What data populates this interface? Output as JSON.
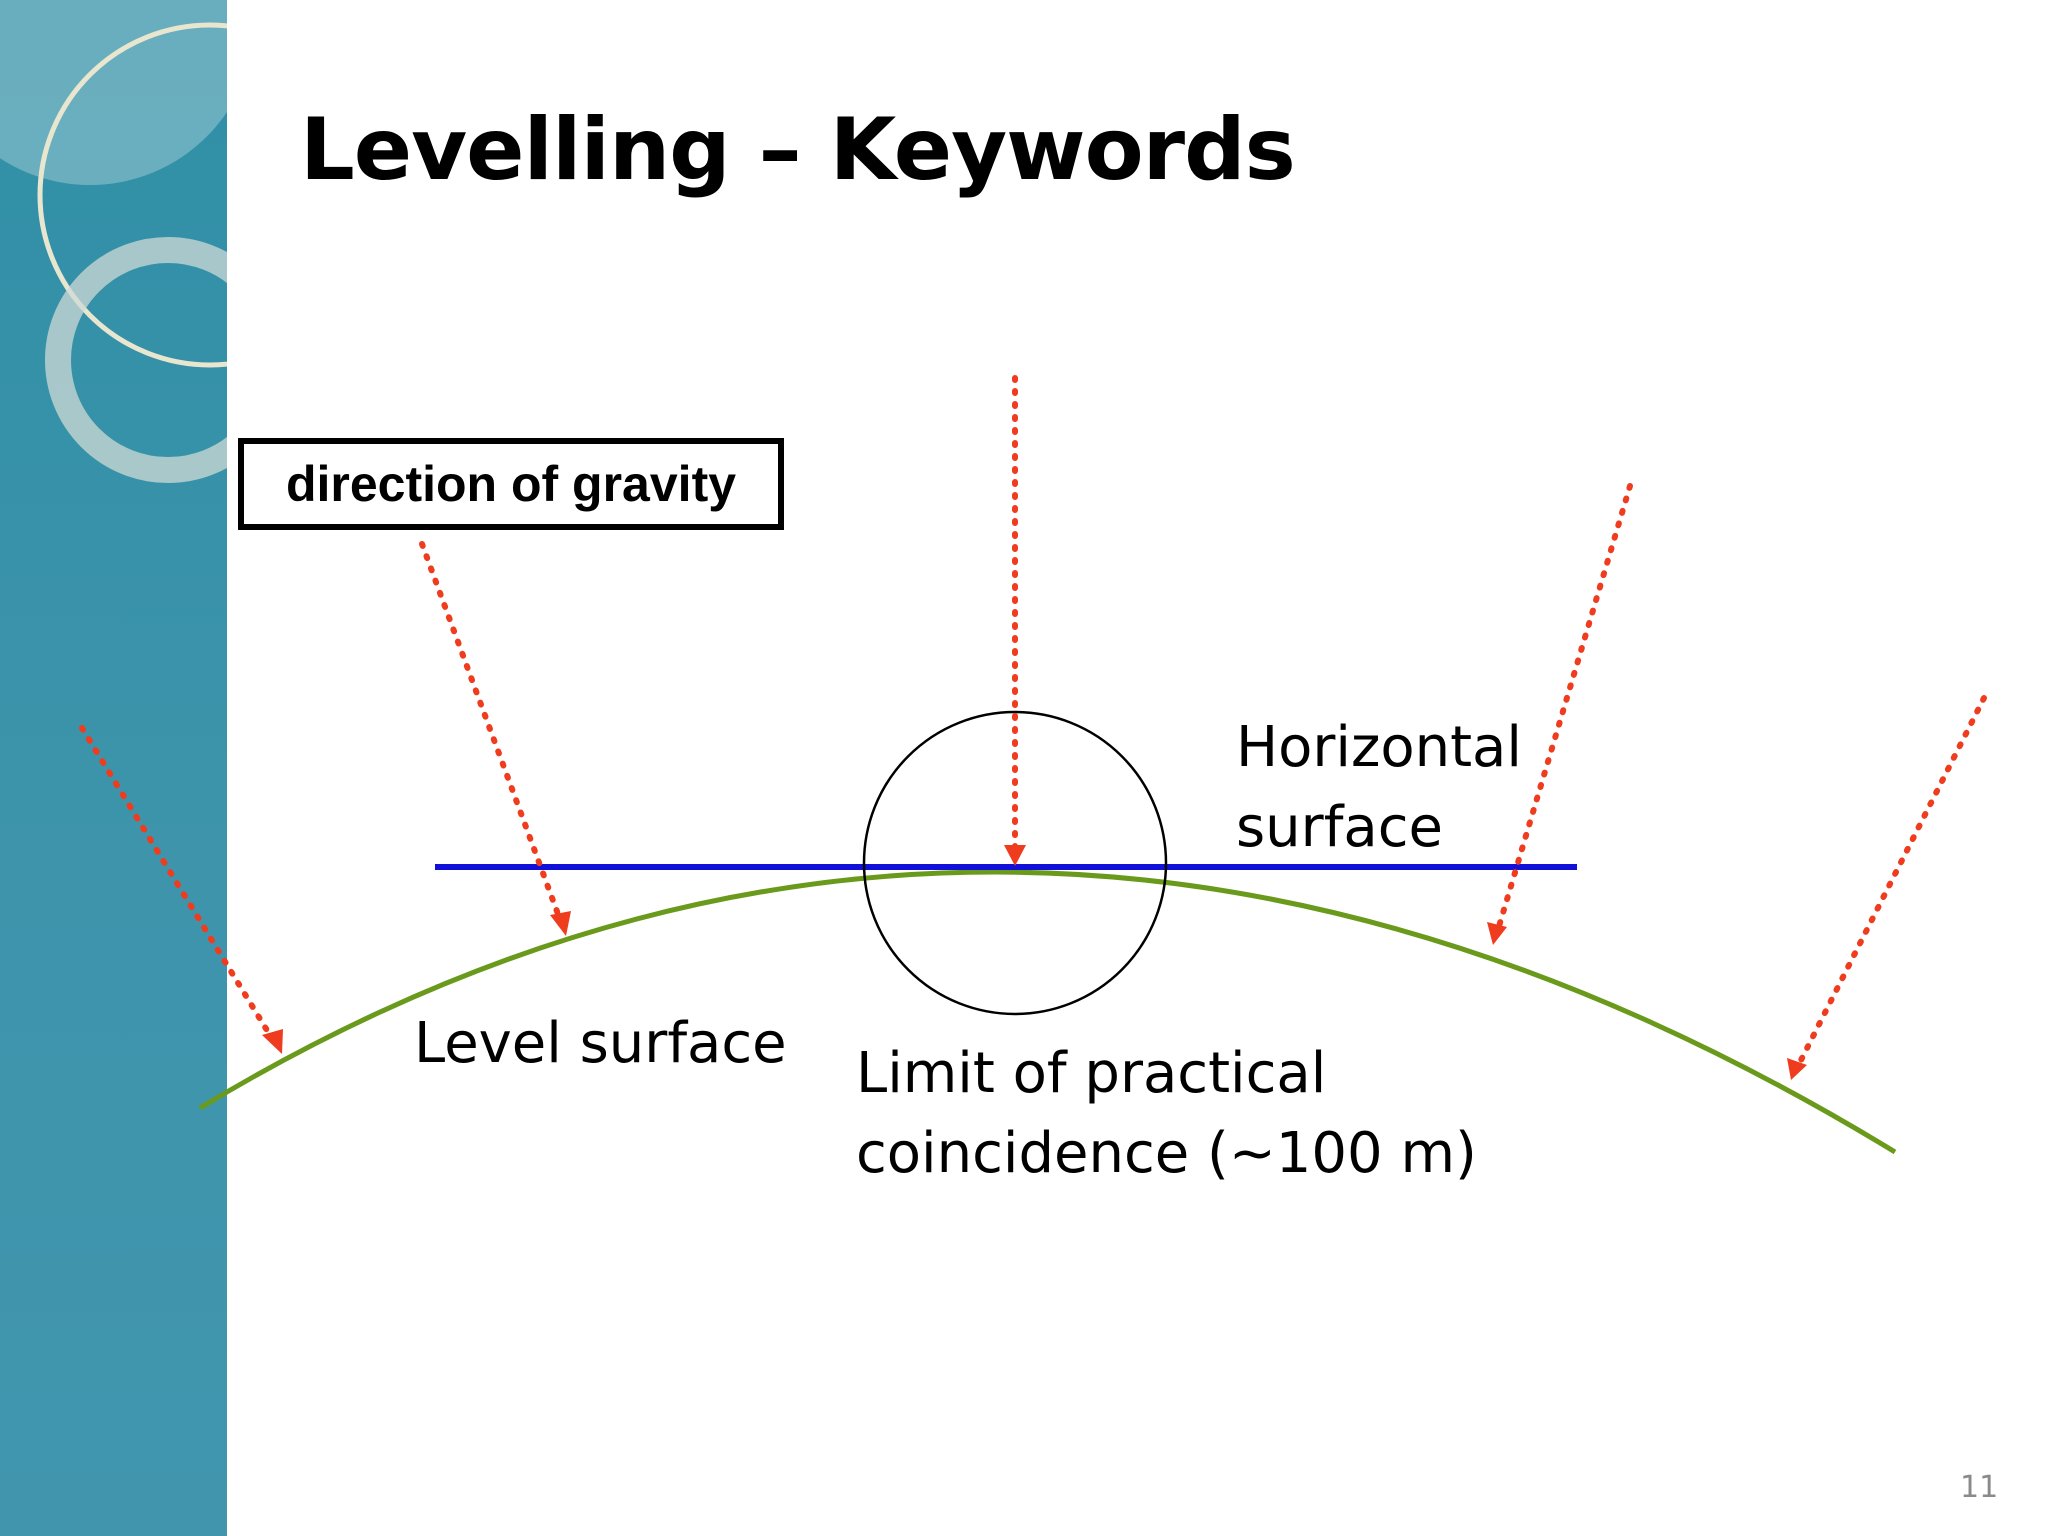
{
  "slide": {
    "title": "Levelling – Keywords",
    "page_number": "11"
  },
  "diagram": {
    "gravity_label": "direction of gravity",
    "horizontal_surface_label": [
      "Horizontal",
      "surface"
    ],
    "level_surface_label": "Level surface",
    "coincidence_label": [
      "Limit of practical",
      "coincidence (~100 m)"
    ],
    "colors": {
      "gravity_arrows": "#f03c1e",
      "horizontal_line": "#1010d8",
      "level_curve": "#6a9a1c",
      "sidebar": "#3a93a9"
    }
  }
}
